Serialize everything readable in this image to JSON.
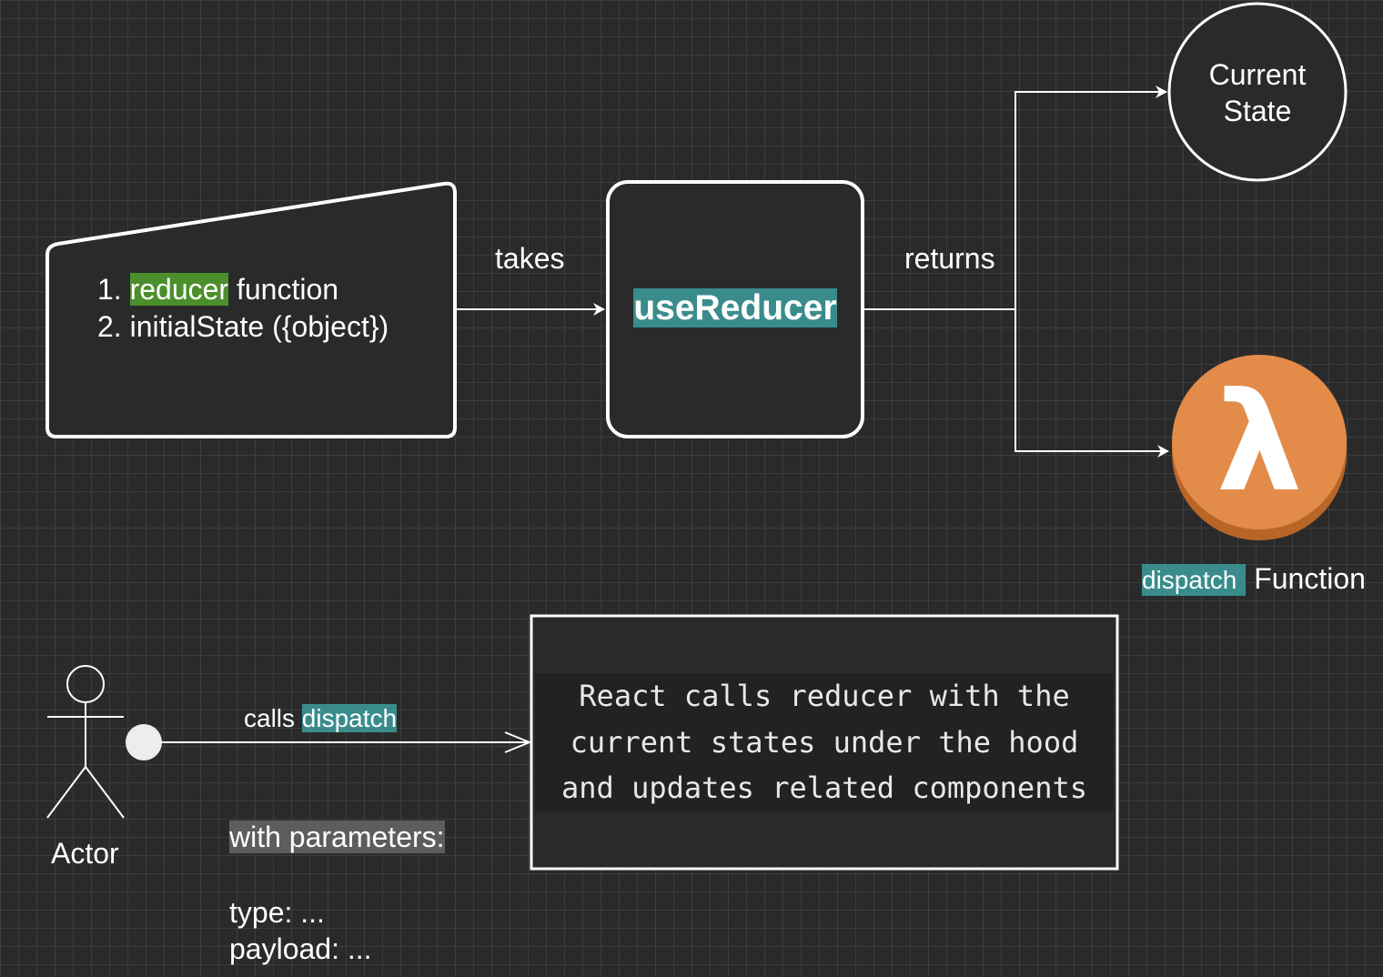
{
  "input": {
    "item1_num": "1.",
    "item1_highlight": "reducer",
    "item1_rest": " function",
    "item2": "2. initialState ({object})"
  },
  "edges": {
    "takes": "takes",
    "returns": "returns",
    "calls_prefix": "calls ",
    "calls_highlight": "dispatch"
  },
  "hook": {
    "label": "useReducer"
  },
  "state": {
    "line1": "Current",
    "line2": "State"
  },
  "dispatch_node": {
    "symbol": "λ",
    "label_highlight": "dispatch",
    "label_rest": " Function"
  },
  "actor": {
    "label": "Actor"
  },
  "params": {
    "heading": "with parameters:",
    "type": "type: ...",
    "payload": "payload: ..."
  },
  "note": {
    "line1": "React calls reducer with the",
    "line2": "current states under the hood",
    "line3": "and updates related components"
  },
  "colors": {
    "background": "#2a2a2a",
    "node_fill": "#2a2a2a",
    "stroke": "#ffffff",
    "lambda_orange": "#e38b48",
    "highlight_green": "#4b8f2c",
    "highlight_teal": "#3a8c8c"
  }
}
